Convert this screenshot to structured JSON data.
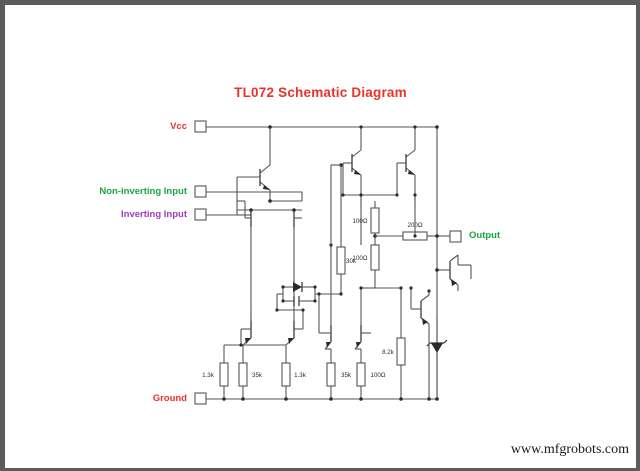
{
  "document": {
    "title": "TL072 Schematic Diagram",
    "watermark": "www.mfgrobots.com",
    "background": "#ffffff",
    "frame_color": "#5d5b5e",
    "wire_color": "#555558"
  },
  "title_color": "#e8332a",
  "terminals": [
    {
      "id": "vcc",
      "label": "Vcc",
      "color": "#e8332a",
      "side": "left"
    },
    {
      "id": "noninv",
      "label": "Non-inverting Input",
      "color": "#19a83c",
      "side": "left"
    },
    {
      "id": "inv",
      "label": "Inverting Input",
      "color": "#a03bbd",
      "side": "left"
    },
    {
      "id": "ground",
      "label": "Ground",
      "color": "#e8332a",
      "side": "left"
    },
    {
      "id": "output",
      "label": "Output",
      "color": "#19a83c",
      "side": "right"
    }
  ],
  "components": {
    "resistors": [
      {
        "id": "r-100a",
        "value": "100Ω",
        "orientation": "vertical"
      },
      {
        "id": "r-100b",
        "value": "100Ω",
        "orientation": "vertical"
      },
      {
        "id": "r-200",
        "value": "200Ω",
        "orientation": "horizontal"
      },
      {
        "id": "r-30k-a",
        "value": "30k",
        "orientation": "vertical"
      },
      {
        "id": "r-8k2",
        "value": "8.2k",
        "orientation": "vertical"
      },
      {
        "id": "r-1k3-a",
        "value": "1.3k",
        "orientation": "vertical"
      },
      {
        "id": "r-35k-a",
        "value": "35k",
        "orientation": "vertical"
      },
      {
        "id": "r-1k3-b",
        "value": "1.3k",
        "orientation": "vertical"
      },
      {
        "id": "r-35k-b",
        "value": "35k",
        "orientation": "vertical"
      },
      {
        "id": "r-100c",
        "value": "100Ω",
        "orientation": "vertical"
      }
    ],
    "diodes": [
      {
        "id": "d-signal",
        "type": "diode"
      },
      {
        "id": "d-zener",
        "type": "zener"
      }
    ],
    "capacitors": [
      {
        "id": "c-comp",
        "type": "capacitor"
      }
    ],
    "transistors_count": 14,
    "jfet_pair_count": 2
  }
}
